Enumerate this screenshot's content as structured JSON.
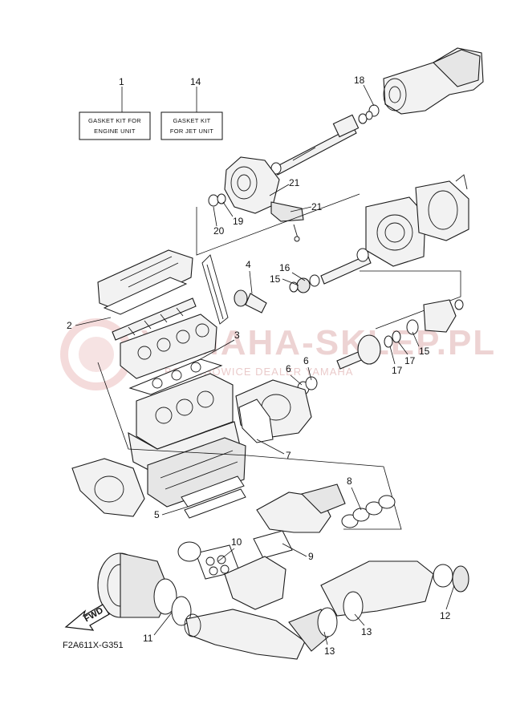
{
  "boxes": [
    {
      "callout": "1",
      "line1": "GASKET KIT FOR",
      "line2": "ENGINE UNIT"
    },
    {
      "callout": "14",
      "line1": "GASKET KIT",
      "line2": "FOR JET UNIT"
    }
  ],
  "callouts": {
    "c2": "2",
    "c3": "3",
    "c4": "4",
    "c5": "5",
    "c6a": "6",
    "c6b": "6",
    "c7": "7",
    "c8": "8",
    "c9": "9",
    "c10": "10",
    "c11": "11",
    "c12": "12",
    "c13a": "13",
    "c13b": "13",
    "c15a": "15",
    "c15b": "15",
    "c16": "16",
    "c17a": "17",
    "c17b": "17",
    "c18": "18",
    "c19": "19",
    "c20": "20",
    "c21a": "21",
    "c21b": "21"
  },
  "fwd_label": "FWD",
  "reference_code": "F2A611X-G351",
  "watermark": {
    "main": "YAMAHA-SKLEP.PL",
    "sub": "BOLECHOWICE DEALER YAMAHA"
  }
}
